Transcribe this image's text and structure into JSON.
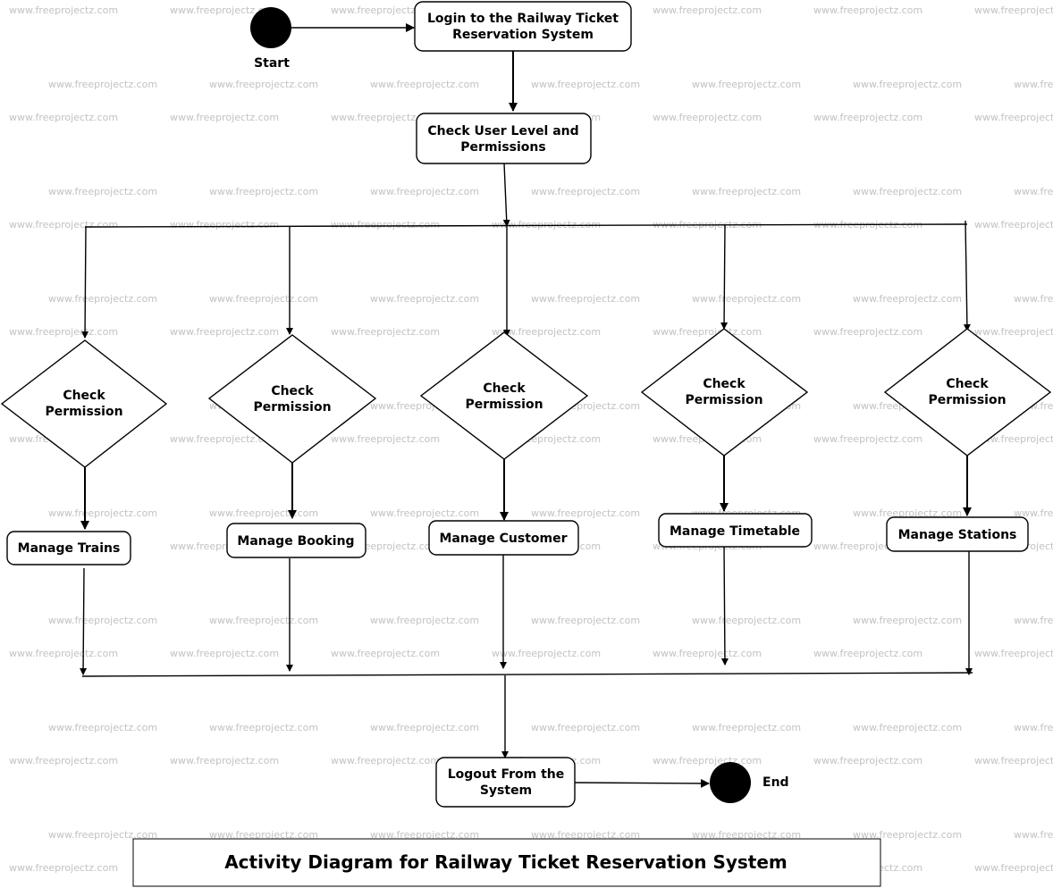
{
  "watermark": "www.freeprojectz.com",
  "diagram": {
    "start_label": "Start",
    "end_label": "End",
    "login": [
      "Login to the Railway Ticket",
      "Reservation System"
    ],
    "check_level": [
      "Check User Level and",
      "Permissions"
    ],
    "check_permission": [
      "Check",
      "Permission"
    ],
    "manage_trains": "Manage Trains",
    "manage_booking": "Manage Booking",
    "manage_customer": "Manage Customer",
    "manage_timetable": "Manage Timetable",
    "manage_stations": "Manage Stations",
    "logout": [
      "Logout From the",
      "System"
    ],
    "caption": "Activity Diagram for Railway Ticket Reservation System"
  }
}
